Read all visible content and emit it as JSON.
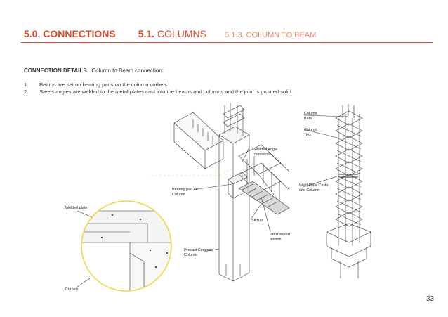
{
  "header": {
    "section": "5.0. CONNECTIONS",
    "subsection_num": "5.1.",
    "subsection_title": "COLUMNS",
    "topic": "5.1.3. COLUMN TO BEAM"
  },
  "connection_details": {
    "heading": "CONNECTION DETAILS",
    "subtitle": "Column to Beam  connection:",
    "steps": [
      {
        "num": "1.",
        "text": "Beams are set on bearing pads on the column corbels."
      },
      {
        "num": "2.",
        "text": "Steels angles are welded to the metal plates cast into the beams and columns and the joint is grouted solid."
      }
    ]
  },
  "labels": {
    "welded_plate": "Welded plate",
    "corbels": "Corbels",
    "welded_angle_1": "Welded Angle",
    "welded_angle_2": "connector",
    "bearing_pad_1": "Bearing pad on",
    "bearing_pad_2": "Column",
    "stirrup": "Stirrup",
    "prestressed_1": "Prestressed",
    "prestressed_2": "tendon",
    "precast_1": "Precast Concrete",
    "precast_2": "Column",
    "column_bars_1": "Column",
    "column_bars_2": "Bars",
    "column_ties_1": "Column",
    "column_ties_2": "Ties",
    "weld_plate_1": "Weld Plate Caste",
    "weld_plate_2": "into Column"
  },
  "colors": {
    "accent": "#d64b2e",
    "topic": "#e8836a",
    "highlight_circle": "#f0d84a"
  },
  "page_number": "33"
}
